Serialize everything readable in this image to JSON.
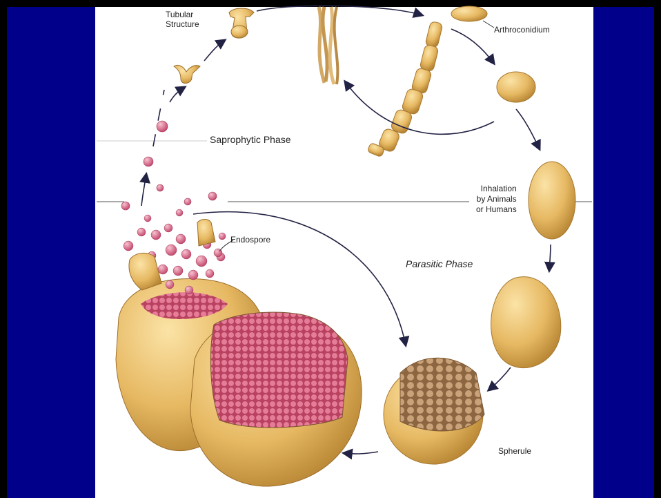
{
  "labels": {
    "tubular": "Tubular\nStructure",
    "arthroconidium": "Arthroconidium",
    "saprophytic_phase": "Saprophytic Phase",
    "inhalation": "Inhalation\nby Animals\nor Humans",
    "endospore": "Endospore",
    "parasitic_phase": "Parasitic Phase",
    "spherule": "Spherule"
  },
  "colors": {
    "background": "#00008b",
    "panel": "#ffffff",
    "spore": "#e3b769",
    "spore_outline": "#b58637",
    "endospore": "#d25a7e",
    "arrow": "#222244"
  }
}
